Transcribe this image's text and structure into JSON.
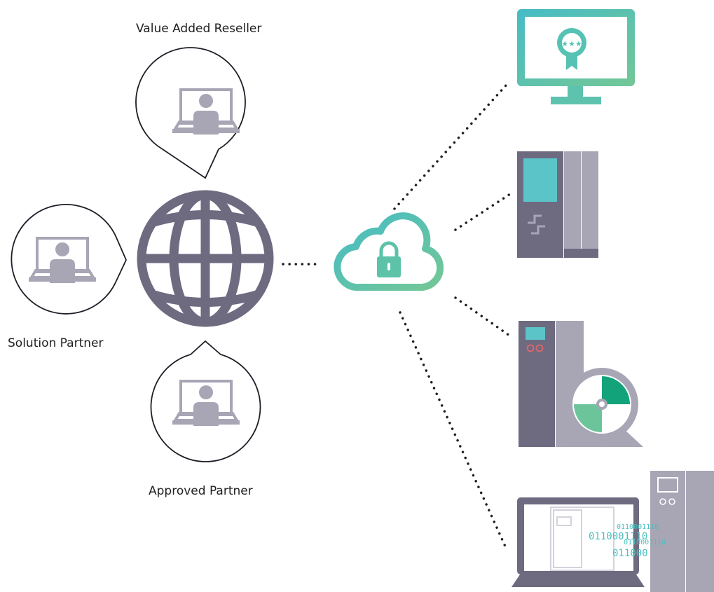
{
  "partners": [
    {
      "id": "value-added-reseller",
      "label": "Value Added Reseller"
    },
    {
      "id": "solution-partner",
      "label": "Solution Partner"
    },
    {
      "id": "approved-partner",
      "label": "Approved Partner"
    }
  ],
  "binary_text": {
    "line1": "0110001110",
    "line2": "0110001110",
    "line3": "0110001110",
    "line4": "011000"
  },
  "colors": {
    "gray": "#6e6a80",
    "light_gray": "#a8a5b5",
    "teal": "#4bbfbf",
    "green": "#6cc59a",
    "dark_green": "#12a37a",
    "red": "#e0656a",
    "dot": "#1e1e28"
  },
  "icons": [
    "globe-icon",
    "cloud-lock-icon",
    "certified-monitor-icon",
    "controller-icon",
    "drive-motor-icon",
    "laptop-software-icon"
  ]
}
